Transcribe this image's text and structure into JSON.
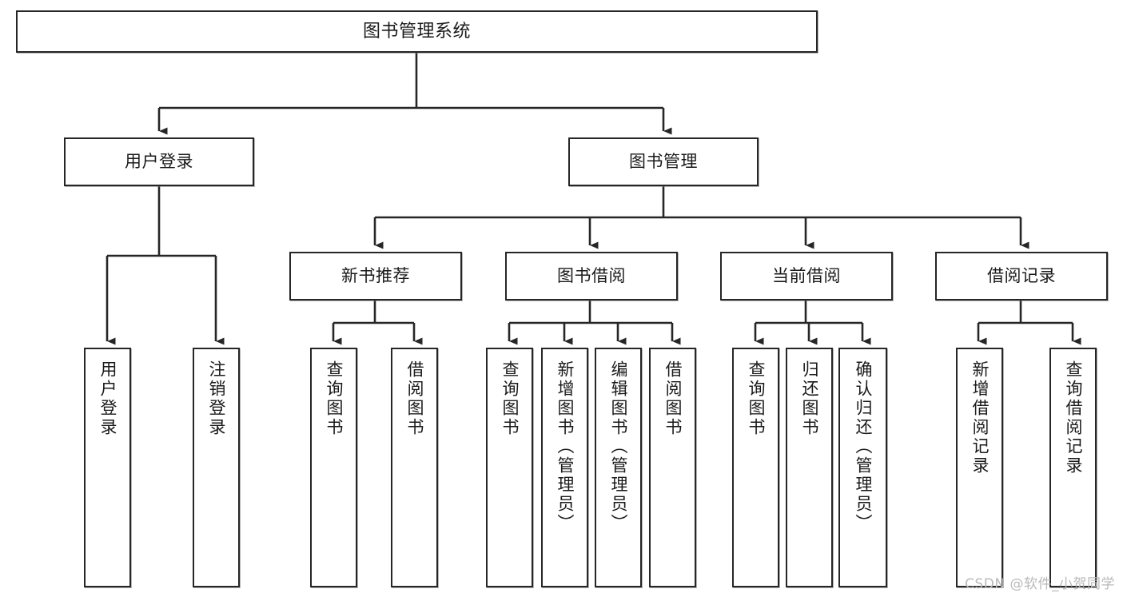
{
  "diagram": {
    "title": "图书管理系统",
    "type": "tree-hierarchy-chart",
    "watermark": "CSDN @软件_小贺同学",
    "colors": {
      "box_border": "#262626",
      "box_fill": "#ffffff",
      "connector": "#262626",
      "text": "#1a1a1a",
      "watermark": "#b9b9b9"
    },
    "root": {
      "label": "图书管理系统"
    },
    "level1": [
      {
        "label": "用户登录"
      },
      {
        "label": "图书管理"
      }
    ],
    "level2": [
      {
        "label": "新书推荐"
      },
      {
        "label": "图书借阅"
      },
      {
        "label": "当前借阅"
      },
      {
        "label": "借阅记录"
      }
    ],
    "leaves": {
      "user_login": [
        {
          "label": "用户登录"
        },
        {
          "label": "注销登录"
        }
      ],
      "new_book_recommend": [
        {
          "label": "查询图书"
        },
        {
          "label": "借阅图书"
        }
      ],
      "book_borrow": [
        {
          "label": "查询图书"
        },
        {
          "label": "新增图书（管理员）"
        },
        {
          "label": "编辑图书（管理员）"
        },
        {
          "label": "借阅图书"
        }
      ],
      "current_borrow": [
        {
          "label": "查询图书"
        },
        {
          "label": "归还图书"
        },
        {
          "label": "确认归还（管理员）"
        }
      ],
      "borrow_record": [
        {
          "label": "新增借阅记录"
        },
        {
          "label": "查询借阅记录"
        }
      ]
    }
  }
}
